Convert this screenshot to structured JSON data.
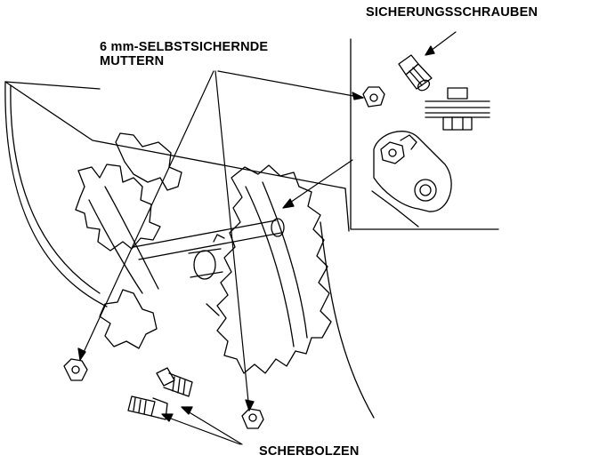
{
  "labels": {
    "safety_screws": "SICHERUNGSSCHRAUBEN",
    "locking_nuts_line1": "6 mm-SELBSTSICHERNDE",
    "locking_nuts_line2": "MUTTERN",
    "shear_bolts": "SCHERBOLZEN"
  },
  "colors": {
    "ink": "#000000",
    "background": "#ffffff"
  }
}
